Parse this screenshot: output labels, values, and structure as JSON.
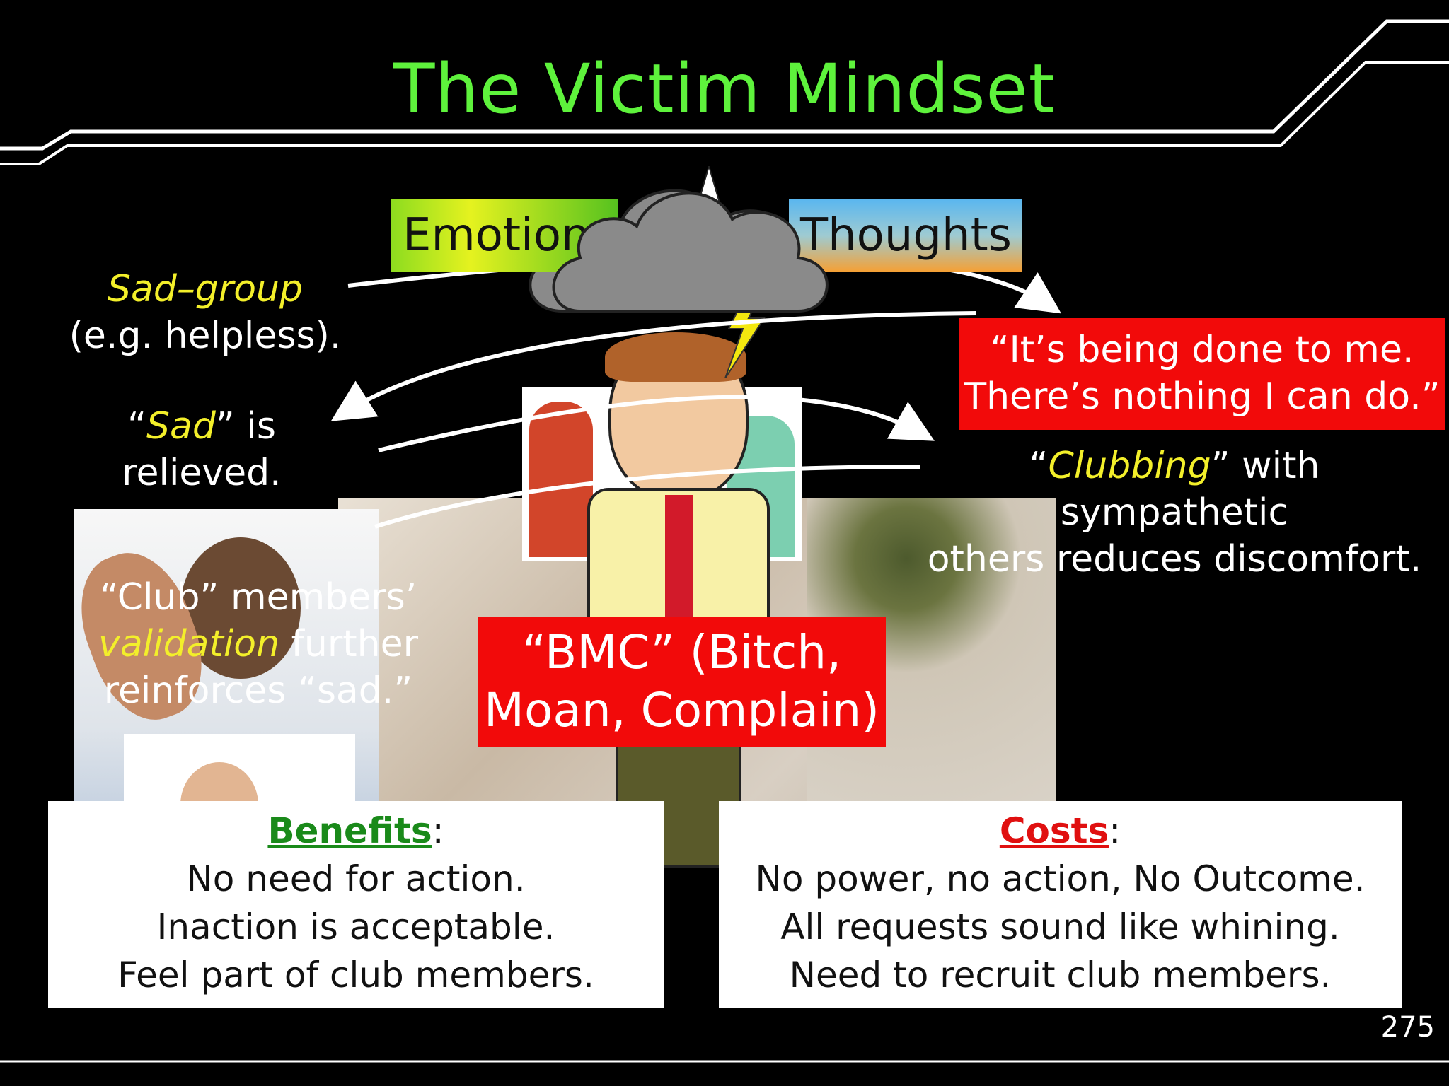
{
  "slide": {
    "title": "The Victim Mindset",
    "page_number": "275",
    "labels": {
      "emotions": "Emotions",
      "thoughts": "Thoughts"
    },
    "left_column": {
      "sad_group": "Sad–group",
      "sad_group_example": "(e.g. helpless).",
      "sad_quote_open": "“",
      "sad_word": "Sad",
      "sad_quote_close": "” is",
      "sad_relieved": "relieved.",
      "club_line1": "“Club” members’",
      "validation_word": "validation",
      "club_line2_rest": " further",
      "club_line3": "reinforces “sad.”"
    },
    "right_column": {
      "quote_line1": "“It’s being done to me.",
      "quote_line2": "There’s nothing I can do.”",
      "clubbing_open": "“",
      "clubbing_word": "Clubbing",
      "clubbing_rest": "” with sympathetic",
      "clubbing_line2": "others reduces discomfort."
    },
    "center": {
      "bmc_line1": "“BMC” (Bitch,",
      "bmc_line2": "Moan, Complain)"
    },
    "benefits": {
      "header": "Benefits",
      "colon": ":",
      "lines": [
        "No need for action.",
        "Inaction is acceptable.",
        "Feel part of club members."
      ]
    },
    "costs": {
      "header": "Costs",
      "colon": ":",
      "lines": [
        "No power, no action, No Outcome.",
        "All requests sound like whining.",
        "Need to recruit club members."
      ]
    },
    "colors": {
      "title": "#5ef23c",
      "highlight": "#f3ef2a",
      "red_box": "#f20a0a",
      "benefits_header": "#1a8a1a",
      "costs_header": "#e01010"
    },
    "icons": [
      "storm-cloud-icon",
      "lightning-bolt-icon",
      "upward-arrow-icon"
    ]
  }
}
